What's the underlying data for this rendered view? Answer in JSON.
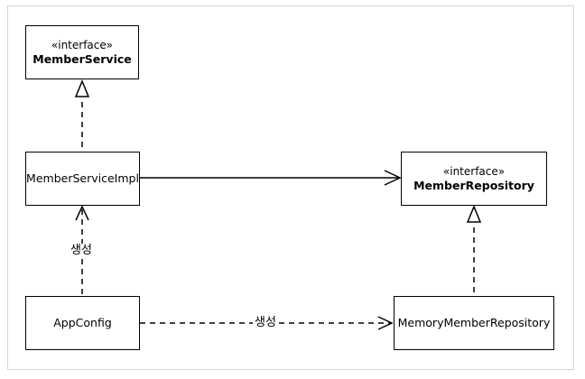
{
  "nodes": {
    "member_service": {
      "stereotype": "«interface»",
      "name": "MemberService"
    },
    "member_service_impl": {
      "name": "MemberServiceImpl"
    },
    "member_repository": {
      "stereotype": "«interface»",
      "name": "MemberRepository"
    },
    "app_config": {
      "name": "AppConfig"
    },
    "memory_member_repository": {
      "name": "MemoryMemberRepository"
    }
  },
  "edges": {
    "impl_to_repo_creation_label": "생성",
    "config_to_memory_creation_label": "생성"
  }
}
